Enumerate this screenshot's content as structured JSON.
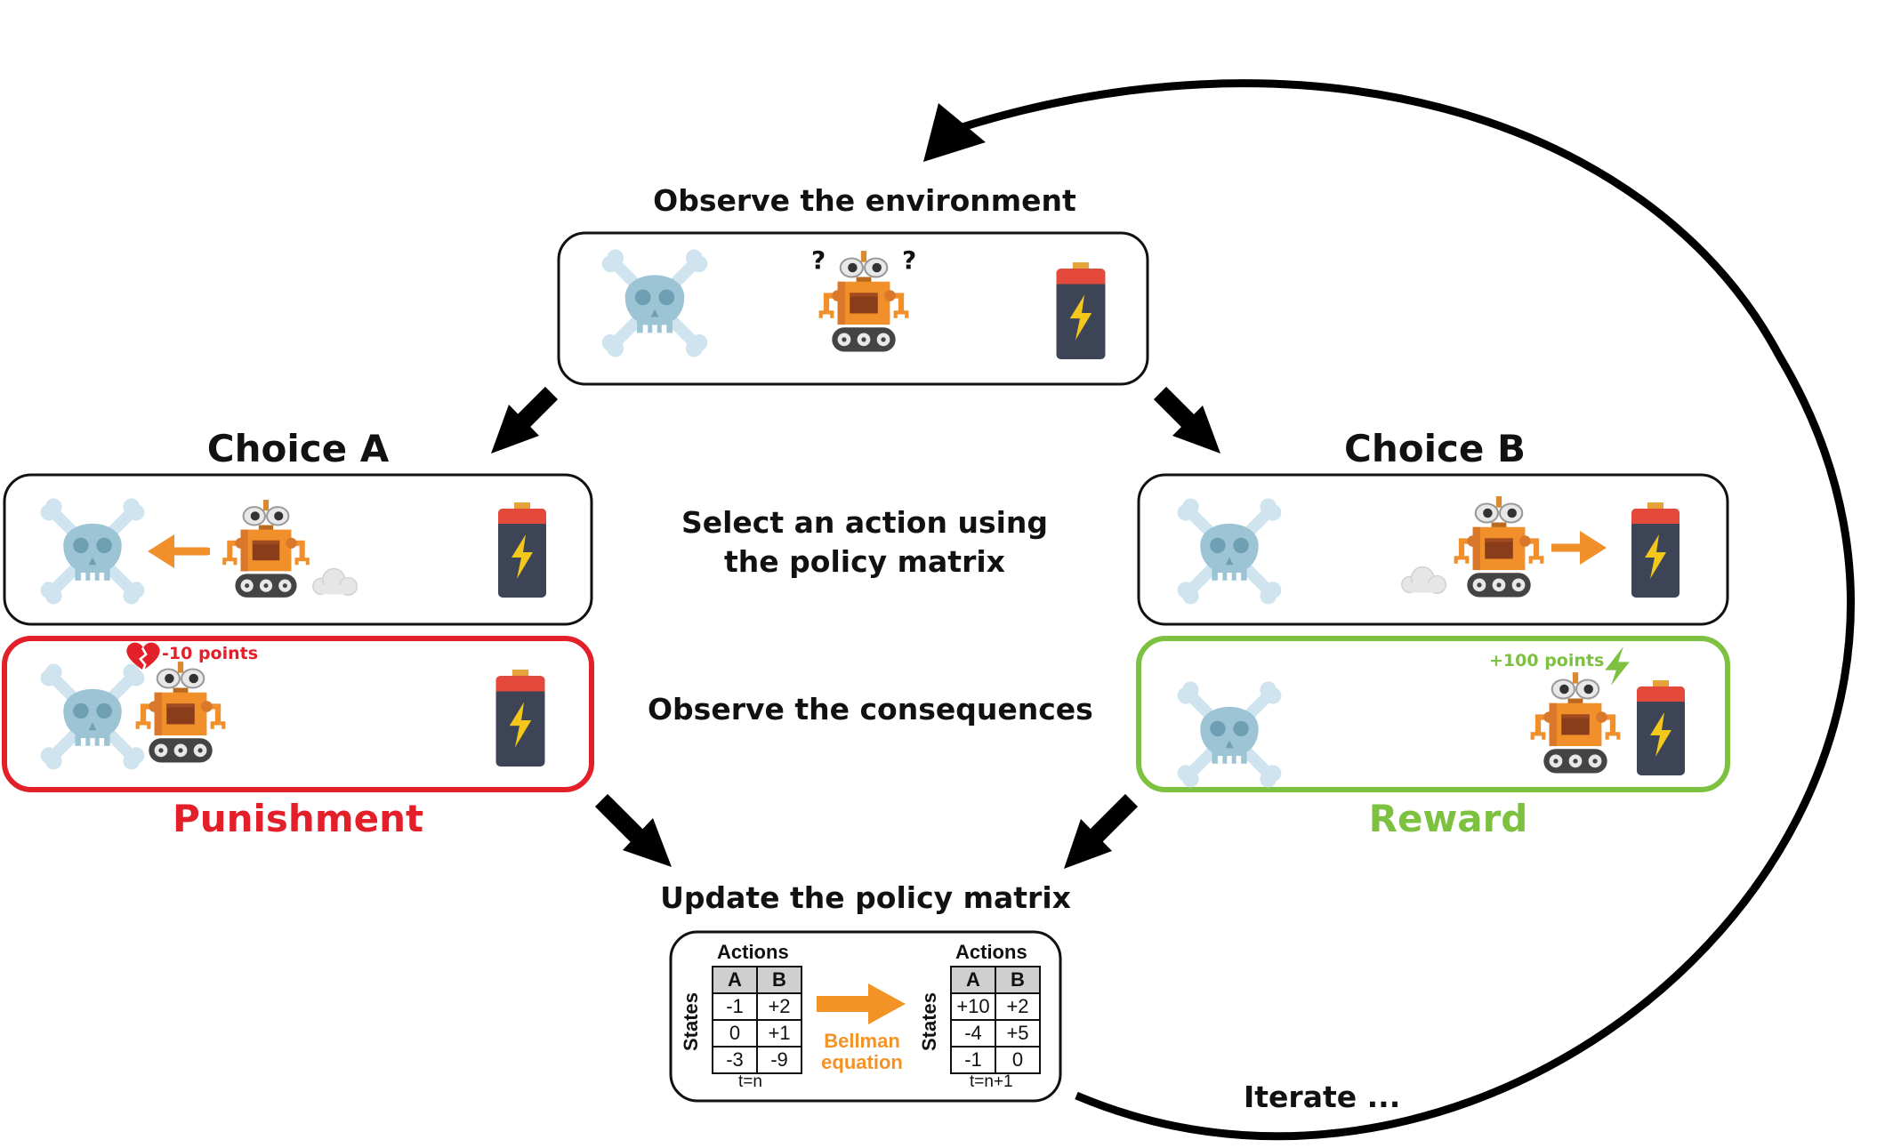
{
  "labels": {
    "observe_env": "Observe the environment",
    "choice_a": "Choice A",
    "choice_b": "Choice B",
    "select_action_1": "Select an action using",
    "select_action_2": "the policy matrix",
    "observe_consequences": "Observe the consequences",
    "punishment": "Punishment",
    "reward": "Reward",
    "update_policy": "Update the policy matrix",
    "iterate": "Iterate ...",
    "minus_points": "-10 points",
    "plus_points": "+100 points",
    "question_mark": "?",
    "bellman_1": "Bellman",
    "bellman_2": "equation"
  },
  "colors": {
    "punishment": "#e3202a",
    "reward": "#7dc141",
    "robot_orange": "#f18f2b",
    "skull_blue": "#9cc4d4",
    "battery_body": "#3d4456",
    "battery_cap": "#e34a3c",
    "bolt": "#f4c81b",
    "bellman_arrow": "#f39325"
  },
  "matrix_before": {
    "axis_actions": "Actions",
    "axis_states": "States",
    "time": "t=n",
    "header": [
      "A",
      "B"
    ],
    "rows": [
      [
        "-1",
        "+2"
      ],
      [
        "0",
        "+1"
      ],
      [
        "-3",
        "-9"
      ]
    ]
  },
  "matrix_after": {
    "axis_actions": "Actions",
    "axis_states": "States",
    "time": "t=n+1",
    "header": [
      "A",
      "B"
    ],
    "rows": [
      [
        "+10",
        "+2"
      ],
      [
        "-4",
        "+5"
      ],
      [
        "-1",
        "0"
      ]
    ]
  },
  "icons": {
    "skull": "skull-crossbones-icon",
    "robot": "robot-icon",
    "battery": "battery-icon",
    "heart": "broken-heart-icon",
    "bolt": "lightning-bolt-icon"
  }
}
